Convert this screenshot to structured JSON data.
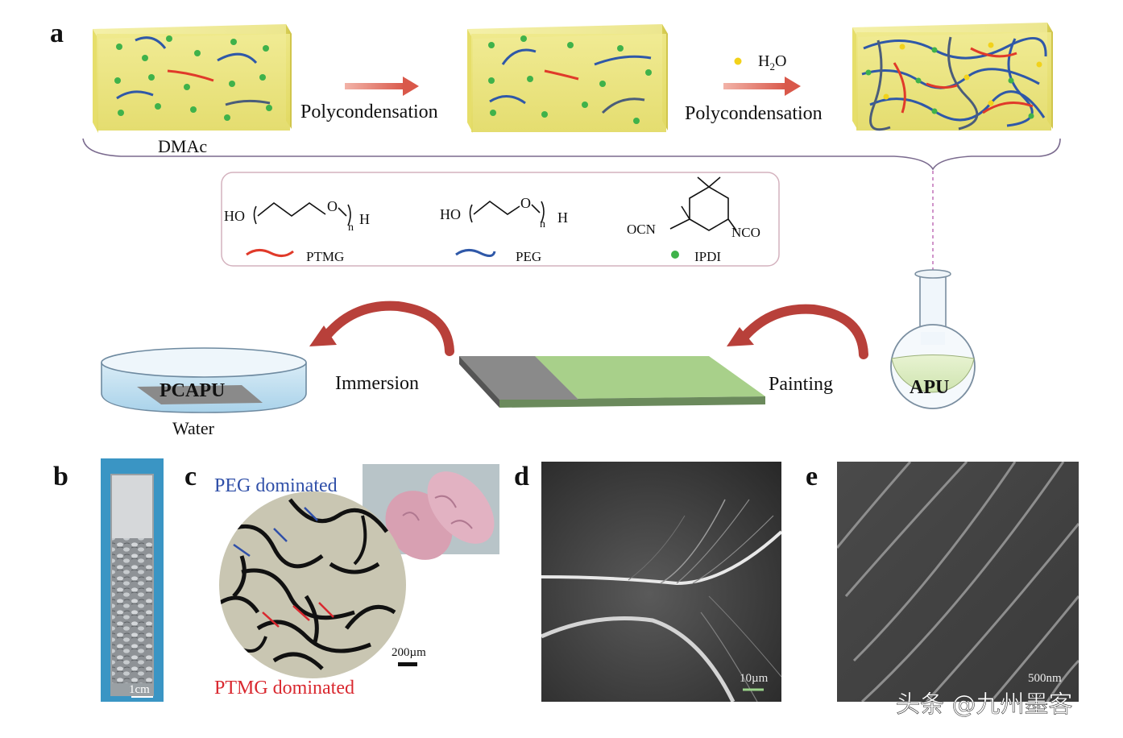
{
  "panel_a": {
    "letter": "a",
    "solvent_label": "DMAc",
    "step1_label": "Polycondensation",
    "step2_label": "Polycondensation",
    "water_label": "H",
    "water_sub": "2",
    "water_o": "O",
    "legend": {
      "ptmg": {
        "formula_left": "HO",
        "formula_o": "O",
        "formula_n": "n",
        "formula_h": "H",
        "name": "PTMG",
        "color": "#e03a2a"
      },
      "peg": {
        "formula_left": "HO",
        "formula_o": "O",
        "formula_n": "n",
        "formula_h": "H",
        "name": "PEG",
        "color": "#2f58a8"
      },
      "ipdi": {
        "ocn": "OCN",
        "nco": "NCO",
        "name": "IPDI",
        "color": "#3fb24a"
      }
    },
    "flask_label": "APU",
    "painting_label": "Painting",
    "immersion_label": "Immersion",
    "dish_label": "PCAPU",
    "dish_sub_label": "Water"
  },
  "panel_b": {
    "letter": "b",
    "scale_label": "1cm"
  },
  "panel_c": {
    "letter": "c",
    "top_label": "PEG dominated",
    "bottom_label": "PTMG dominated",
    "scale_label": "200µm",
    "top_color": "#2f4fa8",
    "bottom_color": "#d9282f"
  },
  "panel_d": {
    "letter": "d",
    "scale_label": "10µm"
  },
  "panel_e": {
    "letter": "e",
    "scale_label": "500nm"
  },
  "watermark": "头条 @九州墨客",
  "colors": {
    "box_fill": "#e9e37a",
    "arrow": "#e06a5c",
    "curve_arrow": "#b8403a",
    "substrate_green": "#a8d08a",
    "substrate_grey": "#8a8a8a",
    "ipdi_dot": "#3fb24a",
    "water_dot": "#f2d21a"
  }
}
